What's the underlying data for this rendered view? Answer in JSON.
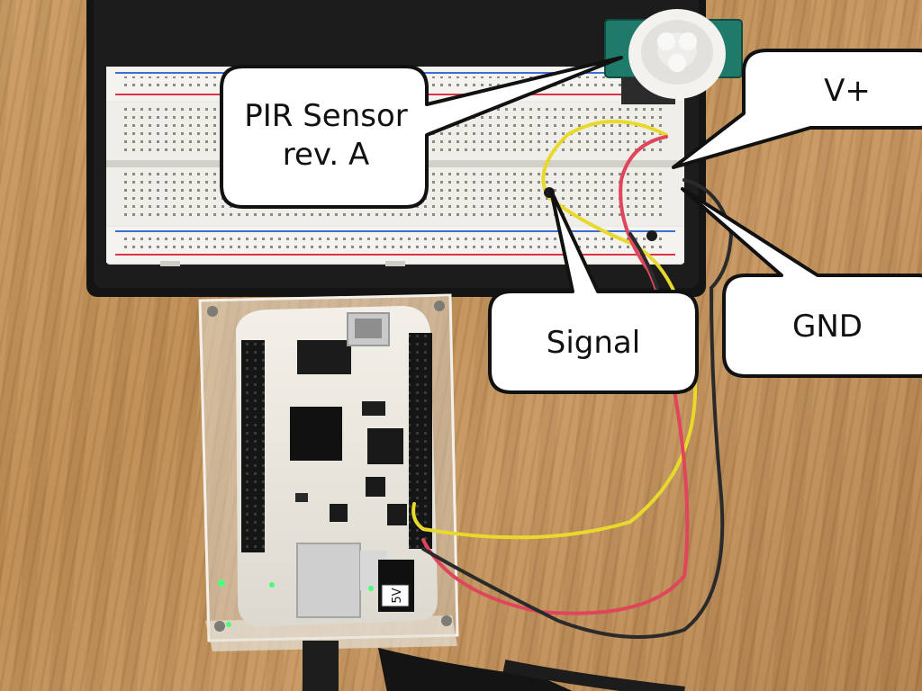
{
  "callouts": {
    "pir_sensor": {
      "line1": "PIR Sensor",
      "line2": "rev. A"
    },
    "vplus": "V+",
    "signal": "Signal",
    "gnd": "GND"
  },
  "board": {
    "power_jack_label": "5V"
  },
  "colors": {
    "wire_yellow": "#e8d92c",
    "wire_red": "#e0455c",
    "wire_black": "#2a2a2a",
    "sensor_board": "#1f7a6a",
    "callout_fill": "#ffffff",
    "callout_stroke": "#111111"
  }
}
